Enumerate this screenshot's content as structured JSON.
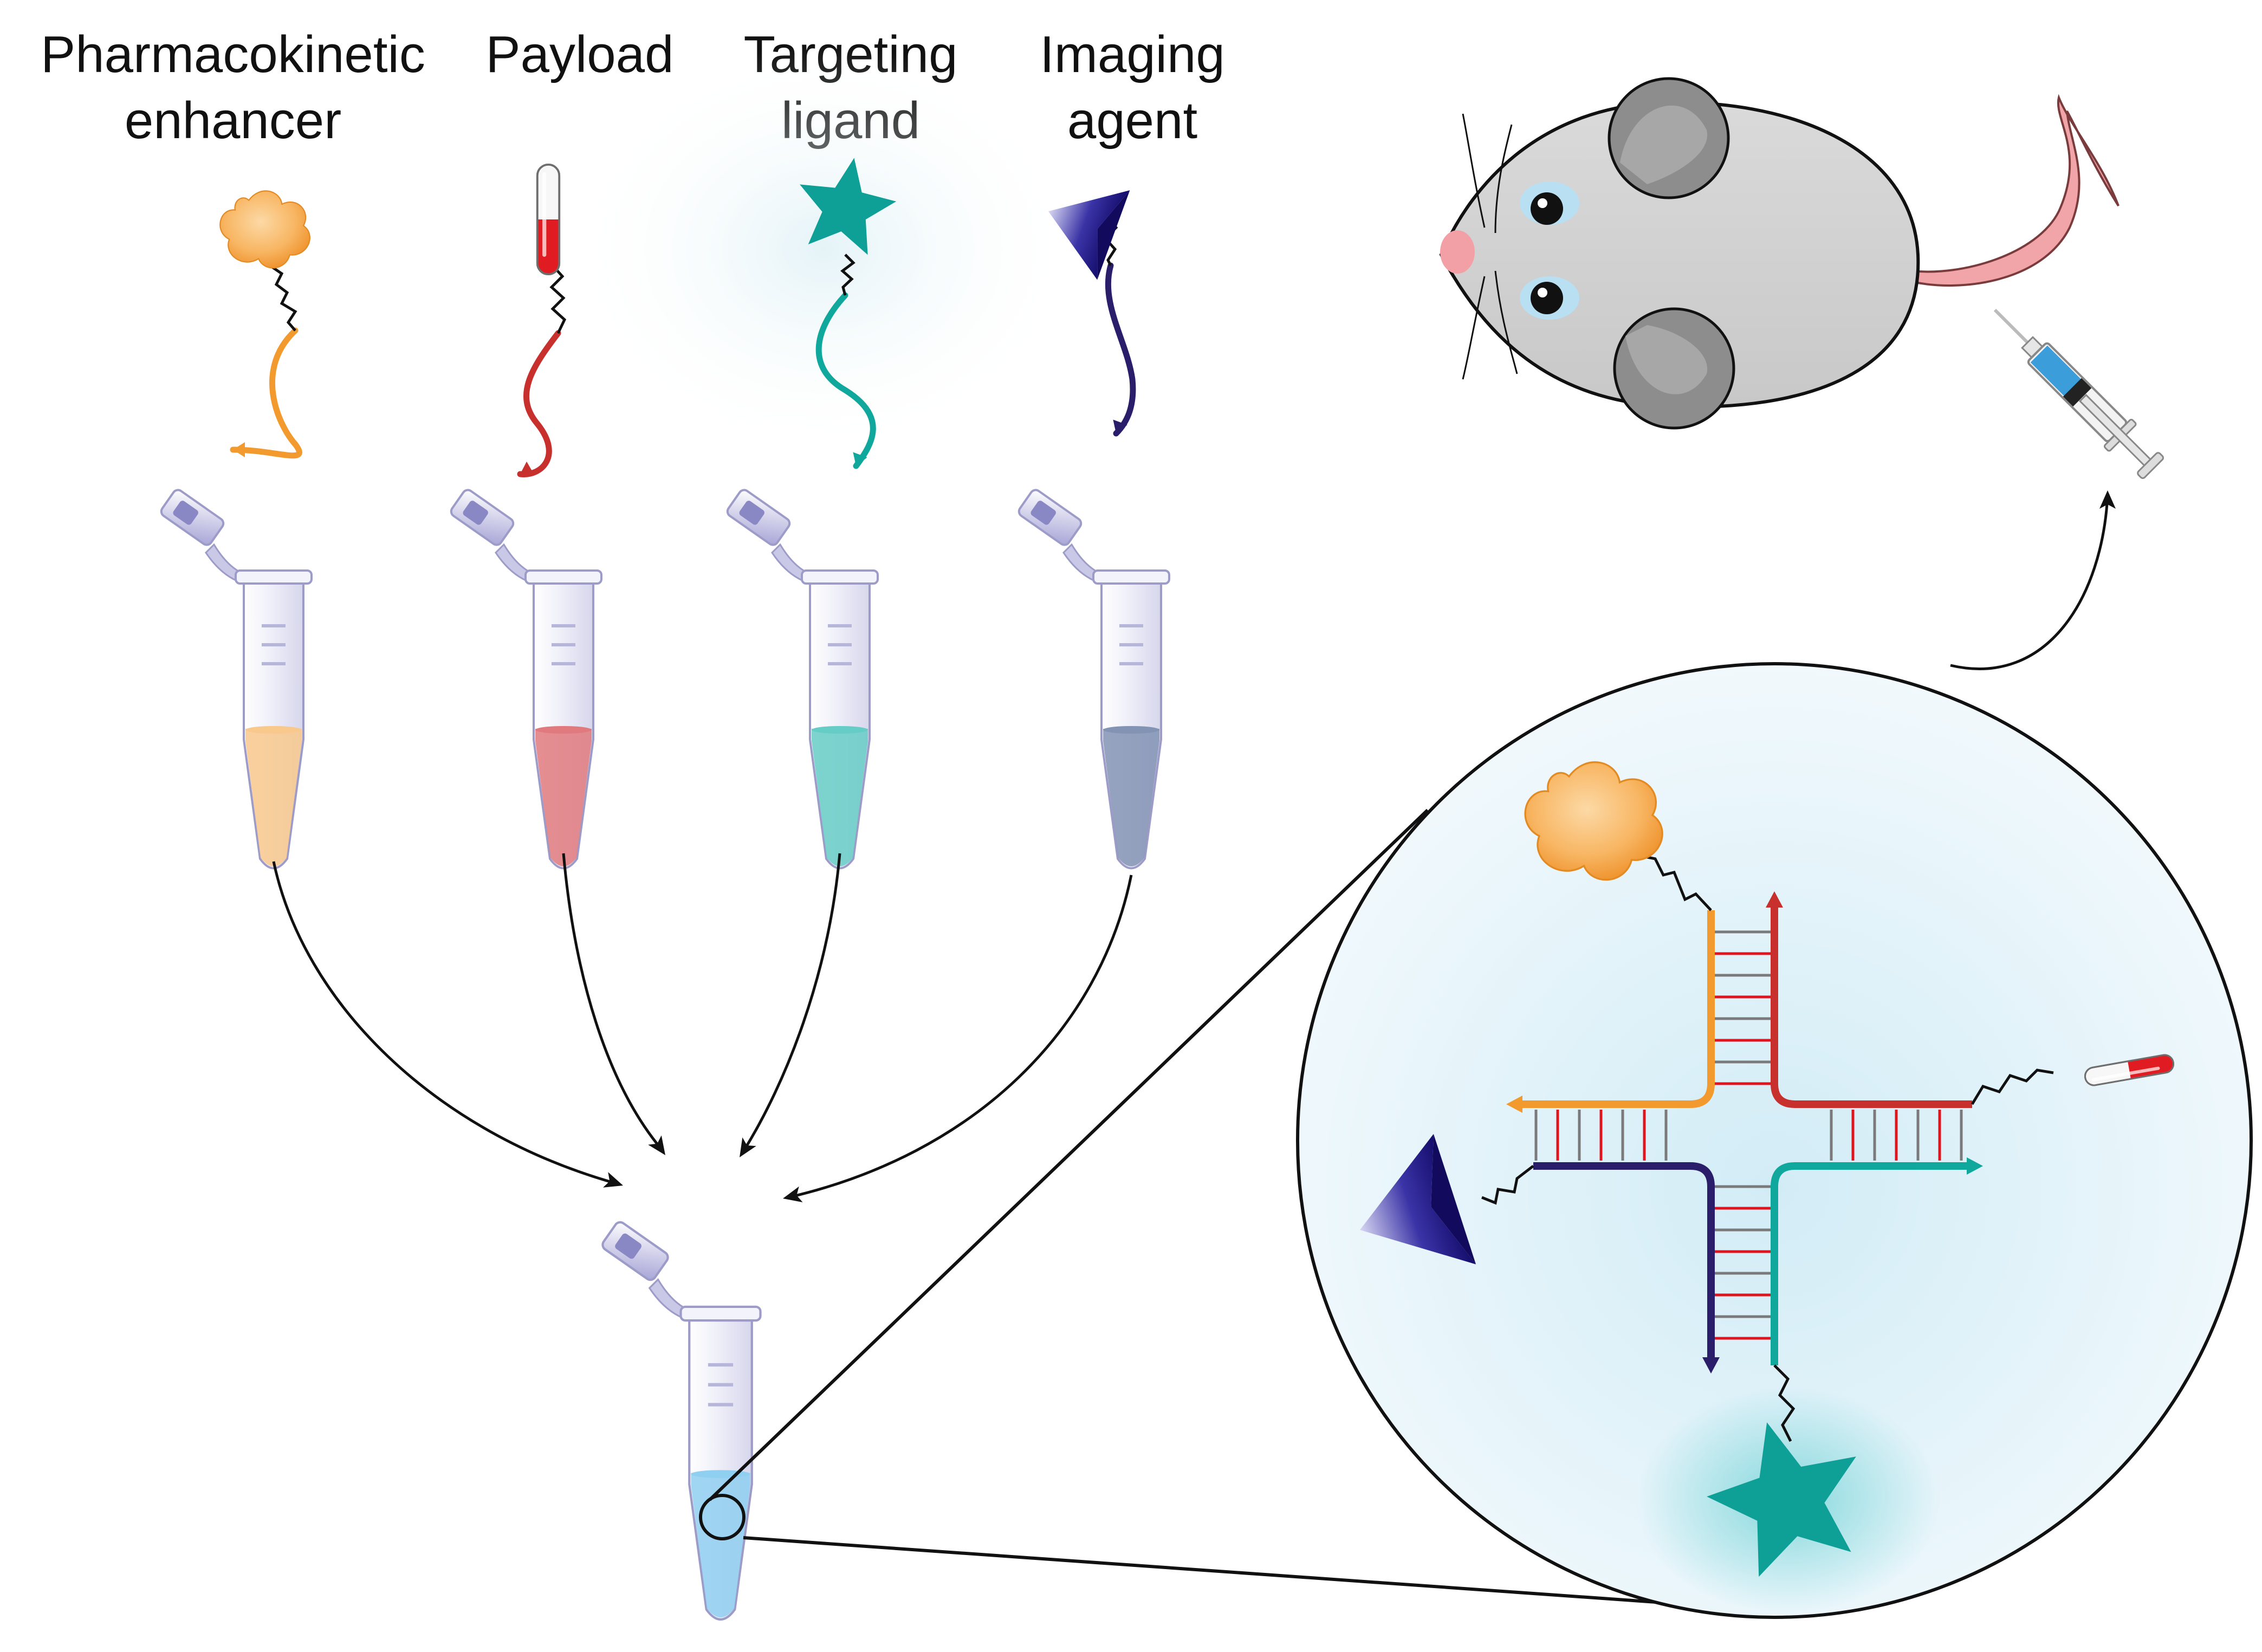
{
  "components": [
    {
      "id": "pk",
      "line1": "Pharmacokinetic",
      "line2": "enhancer",
      "color": "#F39A2E",
      "liquid": "#F8C88C",
      "cargo": "cloud-icon"
    },
    {
      "id": "payload",
      "line1": "Payload",
      "line2": "",
      "color": "#C8302E",
      "liquid": "#E07A7E",
      "cargo": "capsule-icon"
    },
    {
      "id": "target",
      "line1": "Targeting",
      "line2": "ligand",
      "color": "#10A89C",
      "liquid": "#66CCC6",
      "cargo": "star-icon"
    },
    {
      "id": "imaging",
      "line1": "Imaging",
      "line2": "agent",
      "color": "#2A1D6A",
      "liquid": "#8393B4",
      "cargo": "arrowhead-icon"
    }
  ],
  "icons": {
    "mouse": "mouse-icon",
    "syringe": "syringe-icon",
    "tube": "microcentrifuge-tube-icon",
    "magnifier": "zoom-circle-icon"
  },
  "colors": {
    "tube_body": "#EEEEF8",
    "tube_edge": "#9D9CC9",
    "final_liquid": "#8FCFF0",
    "zoom_bg": "#DCEFF7",
    "mouse_body": "#D3D3D3",
    "mouse_ear": "#8D8D8D",
    "tail": "#F2A5A8",
    "rung_red": "#E0141E",
    "rung_gray": "#7A7A7A"
  }
}
